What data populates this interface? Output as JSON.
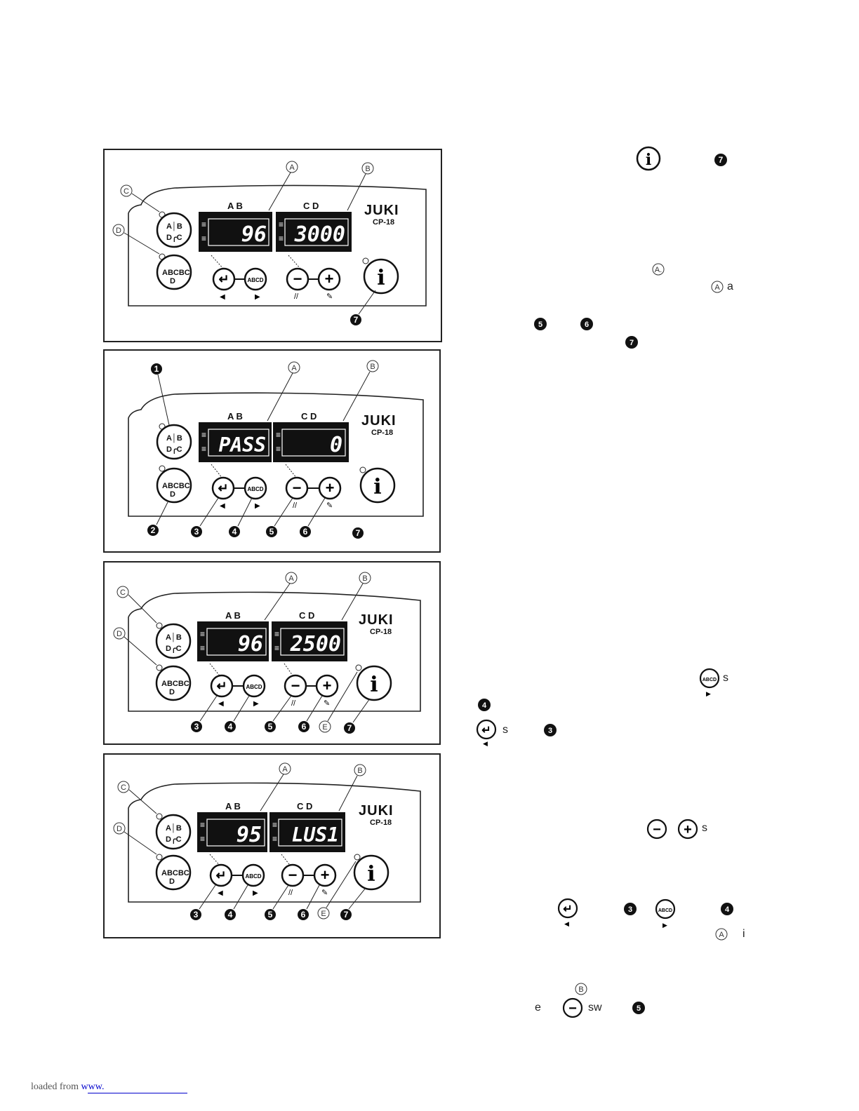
{
  "panels": [
    {
      "id": "p1",
      "brand": "JUKI",
      "model": "CP-18",
      "display_left_labels": "A   B",
      "display_right_labels": "C   D",
      "left_value": "96",
      "right_value": "3000",
      "callouts": {
        "a": "A",
        "b": "B",
        "c": "C",
        "d": "D"
      },
      "numbers": {
        "n7": "7"
      }
    },
    {
      "id": "p2",
      "brand": "JUKI",
      "model": "CP-18",
      "display_left_labels": "A   B",
      "display_right_labels": "C   D",
      "left_value": "PASS",
      "right_value": "0",
      "callouts": {
        "a": "A",
        "b": "B"
      },
      "numbers": {
        "n1": "1",
        "n2": "2",
        "n3": "3",
        "n4": "4",
        "n5": "5",
        "n6": "6",
        "n7": "7"
      }
    },
    {
      "id": "p3",
      "brand": "JUKI",
      "model": "CP-18",
      "display_left_labels": "A   B",
      "display_right_labels": "C   D",
      "left_value": "96",
      "right_value": "2500",
      "callouts": {
        "a": "A",
        "b": "B",
        "c": "C",
        "d": "D",
        "e": "E"
      },
      "numbers": {
        "n3": "3",
        "n4": "4",
        "n5": "5",
        "n6": "6",
        "n7": "7"
      }
    },
    {
      "id": "p4",
      "brand": "JUKI",
      "model": "CP-18",
      "display_left_labels": "A   B",
      "display_right_labels": "C   D",
      "left_value": "95",
      "right_value": "LUS1",
      "callouts": {
        "a": "A",
        "b": "B",
        "c": "C",
        "d": "D",
        "e": "E"
      },
      "numbers": {
        "n3": "3",
        "n4": "4",
        "n5": "5",
        "n6": "6",
        "n7": "7"
      }
    }
  ],
  "right_text": {
    "r1_num": "7",
    "r2_a": "A.",
    "r3_a": "A",
    "r3_tail": "a",
    "r4_n5": "5",
    "r4_n6": "6",
    "r5_n7": "7",
    "r6_tail": "s",
    "r7_n4": "4",
    "r8_tail": "s",
    "r8_n3": "3",
    "r9_tail": "s",
    "r10_n3": "3",
    "r10_n4": "4",
    "r11_a": "A",
    "r11_tail": "i",
    "r12_b": "B",
    "r13_e": "e",
    "r13_sw": "sw",
    "r13_n5": "5"
  },
  "footer": {
    "prefix": "loaded from ",
    "link": "www."
  }
}
